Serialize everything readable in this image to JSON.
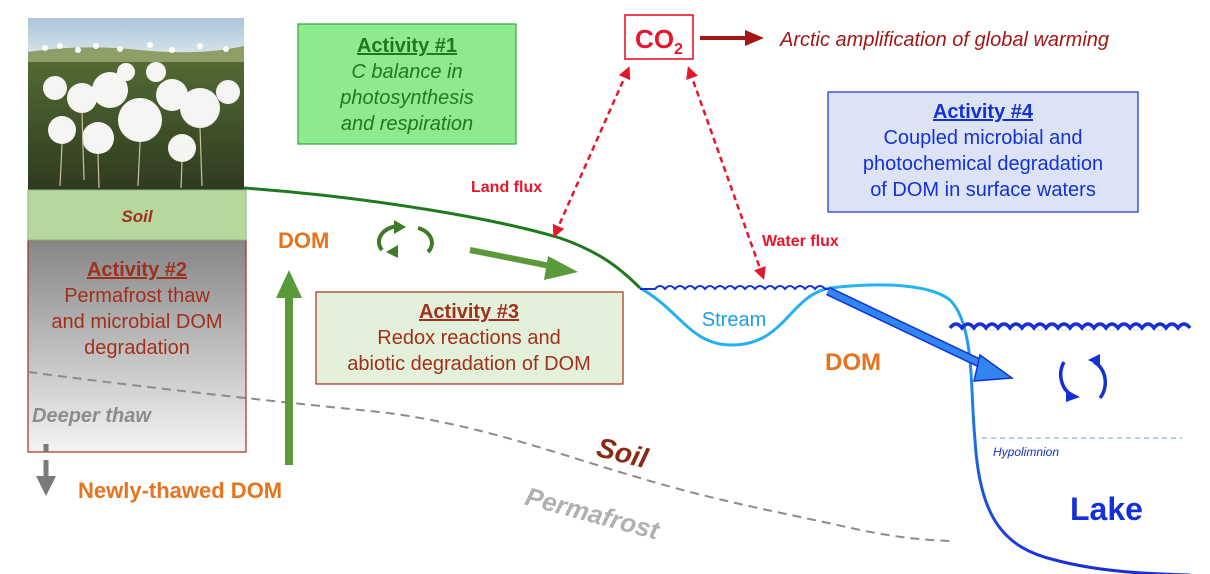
{
  "colors": {
    "green_dark": "#1f7a1f",
    "green_arrow": "#5a9a3a",
    "brown": "#a0301c",
    "orange": "#e8731f",
    "red": "#e8162a",
    "blue": "#1531d6",
    "stream_blue": "#1ba0e8",
    "grey": "#8c8c8c"
  },
  "photo": {
    "icon": "cotton-grass-photo"
  },
  "soil_strip": "Soil",
  "activity1": {
    "title": "Activity #1",
    "lines": [
      "C balance in",
      "photosynthesis",
      "and respiration"
    ]
  },
  "activity2": {
    "title": "Activity #2",
    "lines": [
      "Permafrost thaw",
      "and microbial DOM",
      "degradation"
    ]
  },
  "activity3": {
    "title": "Activity #3",
    "lines": [
      "Redox reactions and",
      "abiotic degradation of DOM"
    ]
  },
  "activity4": {
    "title": "Activity #4",
    "lines": [
      "Coupled microbial and",
      "photochemical degradation",
      "of DOM in surface waters"
    ]
  },
  "co2": {
    "main": "CO",
    "sub": "2"
  },
  "arctic_text": "Arctic amplification of global warming",
  "land_flux": "Land flux",
  "water_flux": "Water flux",
  "dom_left": "DOM",
  "dom_right": "DOM",
  "stream": "Stream",
  "deeper_thaw": "Deeper thaw",
  "newly_thawed": "Newly-thawed DOM",
  "soil_big": "Soil",
  "permafrost": "Permafrost",
  "hypolimnion": "Hypolimnion",
  "lake": "Lake"
}
